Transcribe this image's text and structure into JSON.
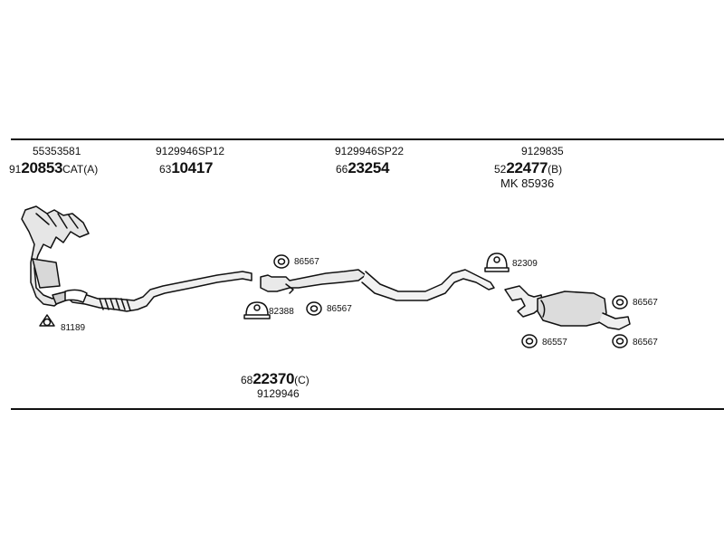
{
  "top_labels": [
    {
      "ref": "55353581",
      "prefix": "91",
      "main": "20853",
      "suffix": "CAT(A)",
      "extra": ""
    },
    {
      "ref": "9129946SP12",
      "prefix": "63",
      "main": "10417",
      "suffix": "",
      "extra": ""
    },
    {
      "ref": "9129946SP22",
      "prefix": "66",
      "main": "23254",
      "suffix": "",
      "extra": ""
    },
    {
      "ref": "9129835",
      "prefix": "52",
      "main": "22477",
      "suffix": "(B)",
      "extra": "MK  85936"
    }
  ],
  "bottom_label": {
    "prefix": "68",
    "main": "22370",
    "suffix": "(C)",
    "ref": "9129946"
  },
  "hardware_tags": {
    "gasket": "81189",
    "ring_1": "86567",
    "clamp_1": "82388",
    "ring_2": "86567",
    "clamp_2": "82309",
    "ring_3": "86567",
    "ring_4": "86557",
    "ring_5": "86567"
  }
}
